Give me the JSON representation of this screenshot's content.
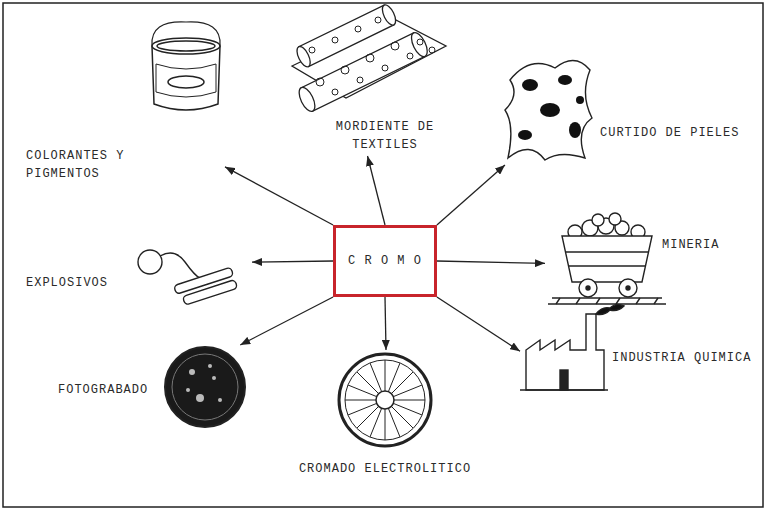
{
  "diagram": {
    "nodes": [
      {
        "text": [
          "C R O M O"
        ]
      },
      {
        "text": [
          "MORDIENTE DE TEXTILES"
        ]
      },
      {
        "text": [
          "CURTIDO DE PIELES"
        ]
      },
      {
        "text": [
          "MINERIA"
        ]
      },
      {
        "text": [
          "INDUSTRIA QUIMICA"
        ]
      },
      {
        "text": [
          "CROMADO ELECTROLITICO"
        ]
      },
      {
        "text": [
          "FOTOGRABADO"
        ]
      },
      {
        "text": [
          "EXPLOSIVOS"
        ]
      },
      {
        "text": [
          "COLORANTES Y PIGMENTOS"
        ]
      }
    ],
    "edges": [
      {
        "from": 0,
        "to": 1,
        "arrow": "to"
      },
      {
        "from": 0,
        "to": 2,
        "arrow": "to"
      },
      {
        "from": 0,
        "to": 3,
        "arrow": "to"
      },
      {
        "from": 0,
        "to": 4,
        "arrow": "to"
      },
      {
        "from": 0,
        "to": 5,
        "arrow": "to"
      },
      {
        "from": 0,
        "to": 6,
        "arrow": "to"
      },
      {
        "from": 0,
        "to": 7,
        "arrow": "to"
      },
      {
        "from": 0,
        "to": 8,
        "arrow": "to"
      }
    ]
  }
}
